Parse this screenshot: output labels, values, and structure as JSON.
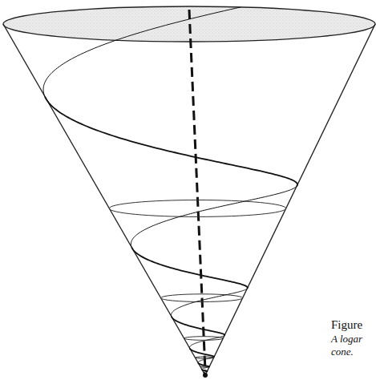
{
  "diagram": {
    "labels": [
      "Figure",
      "A logar",
      "cone."
    ]
  }
}
